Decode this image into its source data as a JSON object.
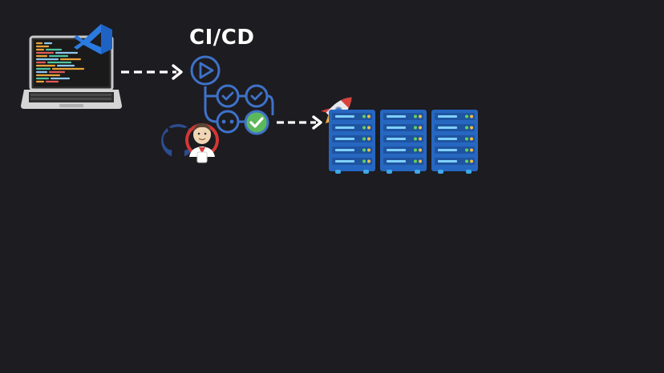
{
  "diagram": {
    "title": "CI/CD",
    "nodes": [
      {
        "id": "developer-laptop",
        "icon": "laptop-code-icon"
      },
      {
        "id": "vscode",
        "icon": "vscode-icon"
      },
      {
        "id": "pipeline",
        "icon": "pipeline-icon"
      },
      {
        "id": "github",
        "icon": "github-icon"
      },
      {
        "id": "jenkins",
        "icon": "jenkins-icon"
      },
      {
        "id": "rocket",
        "icon": "rocket-icon"
      },
      {
        "id": "server-rack",
        "icon": "server-rack-icon",
        "count": 3
      }
    ],
    "edges": [
      {
        "from": "developer-laptop",
        "to": "pipeline",
        "style": "dashed"
      },
      {
        "from": "pipeline",
        "to": "server-rack",
        "style": "dashed"
      }
    ],
    "colors": {
      "background": "#1d1c21",
      "accent_blue": "#3e72c8",
      "server_blue": "#2667c1",
      "success_green": "#5cb85c",
      "arrow_white": "#ffffff"
    }
  }
}
